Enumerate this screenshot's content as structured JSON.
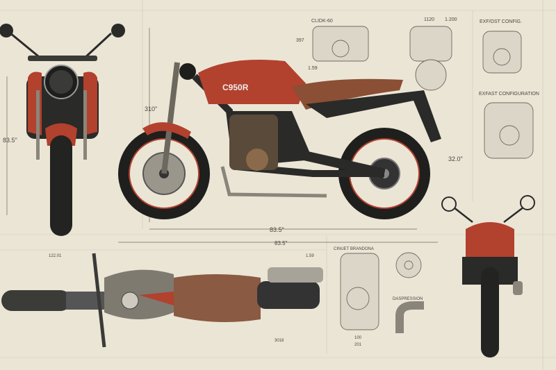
{
  "colors": {
    "paper": "#ebe5d6",
    "body_red": "#b2412e",
    "frame_black": "#2a2a28",
    "seat_brown": "#8a4f35",
    "ink": "#4a463e"
  },
  "side_view": {
    "tank_badge": "C950R",
    "height_label": "310\"",
    "length_label": "83.5\"",
    "rear_height_label": "32.0\""
  },
  "front_view": {
    "height_label": "83.5\""
  },
  "top_view": {
    "length_label": "83.5\"",
    "dim_top_left": "122.01",
    "dim_left": "1.59",
    "dim_bottom": "3018"
  },
  "engine_sketches": {
    "top_left_title": "CLIDK-60",
    "top_left_dims": [
      "1.59",
      "397"
    ],
    "top_middle_dims": [
      "1120",
      "1.200"
    ],
    "right_top_title": "EXF/OST CONFIG.",
    "right_mid_title": "EXFAST CONFIGURATION",
    "bottom_title": "CINUET BRANDONA",
    "bottom_sub_title": "DASPRESSION",
    "bottom_dims": [
      "100",
      "201"
    ]
  }
}
